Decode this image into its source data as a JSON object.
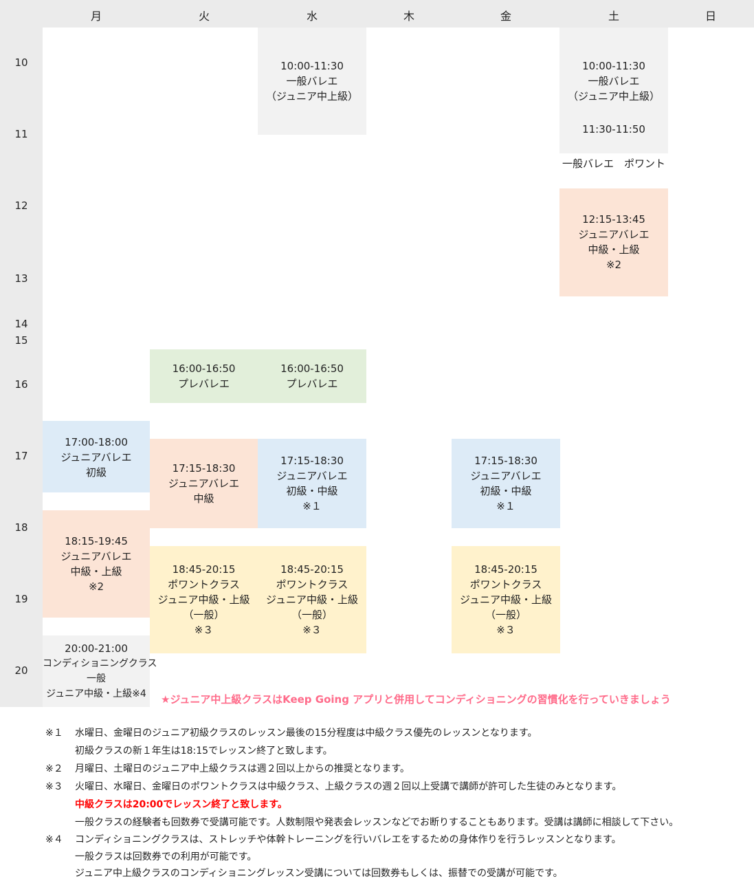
{
  "days": [
    "月",
    "火",
    "水",
    "木",
    "金",
    "土",
    "日"
  ],
  "hours": [
    "10",
    "11",
    "12",
    "13",
    "14",
    "15",
    "16",
    "17",
    "18",
    "19",
    "20"
  ],
  "blocks": {
    "wed_10": {
      "lines": [
        "10:00-11:30",
        "一般バレエ",
        "（ジュニア中上級）"
      ]
    },
    "sat_10": {
      "lines": [
        "10:00-11:30",
        "一般バレエ",
        "（ジュニア中上級）"
      ]
    },
    "sat_1130": {
      "time": "11:30-11:50",
      "label": "一般バレエ　ポワント"
    },
    "sat_1215": {
      "lines": [
        "12:15-13:45",
        "ジュニアバレエ",
        "中級・上級",
        "※2"
      ]
    },
    "tue_16": {
      "lines": [
        "16:00-16:50",
        "プレバレエ"
      ]
    },
    "wed_16": {
      "lines": [
        "16:00-16:50",
        "プレバレエ"
      ]
    },
    "mon_17": {
      "lines": [
        "17:00-18:00",
        "ジュニアバレエ",
        "初級"
      ]
    },
    "tue_1715": {
      "lines": [
        "17:15-18:30",
        "ジュニアバレエ",
        "中級"
      ]
    },
    "wed_1715": {
      "lines": [
        "17:15-18:30",
        "ジュニアバレエ",
        "初級・中級",
        "※１"
      ]
    },
    "fri_1715": {
      "lines": [
        "17:15-18:30",
        "ジュニアバレエ",
        "初級・中級",
        "※１"
      ]
    },
    "mon_1815": {
      "lines": [
        "18:15-19:45",
        "ジュニアバレエ",
        "中級・上級",
        "※2"
      ]
    },
    "tue_1845": {
      "lines": [
        "18:45-20:15",
        "ポワントクラス",
        "ジュニア中級・上級",
        "（一般）",
        "※３"
      ]
    },
    "wed_1845": {
      "lines": [
        "18:45-20:15",
        "ポワントクラス",
        "ジュニア中級・上級",
        "（一般）",
        "※３"
      ]
    },
    "fri_1845": {
      "lines": [
        "18:45-20:15",
        "ポワントクラス",
        "ジュニア中級・上級",
        "（一般）",
        "※３"
      ]
    },
    "mon_20": {
      "lines": [
        "20:00-21:00",
        "コンディショニングクラス",
        "一般",
        "ジュニア中級・上級※4"
      ]
    }
  },
  "announcement": "★ジュニア中上級クラスはKeep Going アプリと併用してコンディショニングの習慣化を行っていきましょう",
  "notes": {
    "n1_mark": "※１",
    "n1_line1": "水曜日、金曜日のジュニア初級クラスのレッスン最後の15分程度は中級クラス優先のレッスンとなります。",
    "n1_line2": "初級クラスの新１年生は18:15でレッスン終了と致します。",
    "n2_mark": "※２",
    "n2_line1": "月曜日、土曜日のジュニア中上級クラスは週２回以上からの推奨となります。",
    "n3_mark": "※３",
    "n3_line1": "火曜日、水曜日、金曜日のポワントクラスは中級クラス、上級クラスの週２回以上受講で講師が許可した生徒のみとなります。",
    "n3_line2": "中級クラスは20:00でレッスン終了と致します。",
    "n3_line3": "一般クラスの経験者も回数券で受講可能です。人数制限や発表会レッスンなどでお断りすることもあります。受講は講師に相談して下さい。",
    "n4_mark": "※４",
    "n4_line1": "コンディショニングクラスは、ストレッチや体幹トレーニングを行いバレエをするための身体作りを行うレッスンとなります。",
    "n4_line2": "一般クラスは回数券での利用が可能です。",
    "n4_line3": "ジュニア中上級クラスのコンディショニングレッスン受講については回数券もしくは、振替での受講が可能です。"
  },
  "colors": {
    "header": "#ebebeb",
    "gray": "#f2f2f2",
    "peach": "#fce4d6",
    "blue": "#ddebf7",
    "green": "#e2efda",
    "yellow": "#fff2cc",
    "announce": "#ff6b8a",
    "emphasis": "#ff0000"
  }
}
